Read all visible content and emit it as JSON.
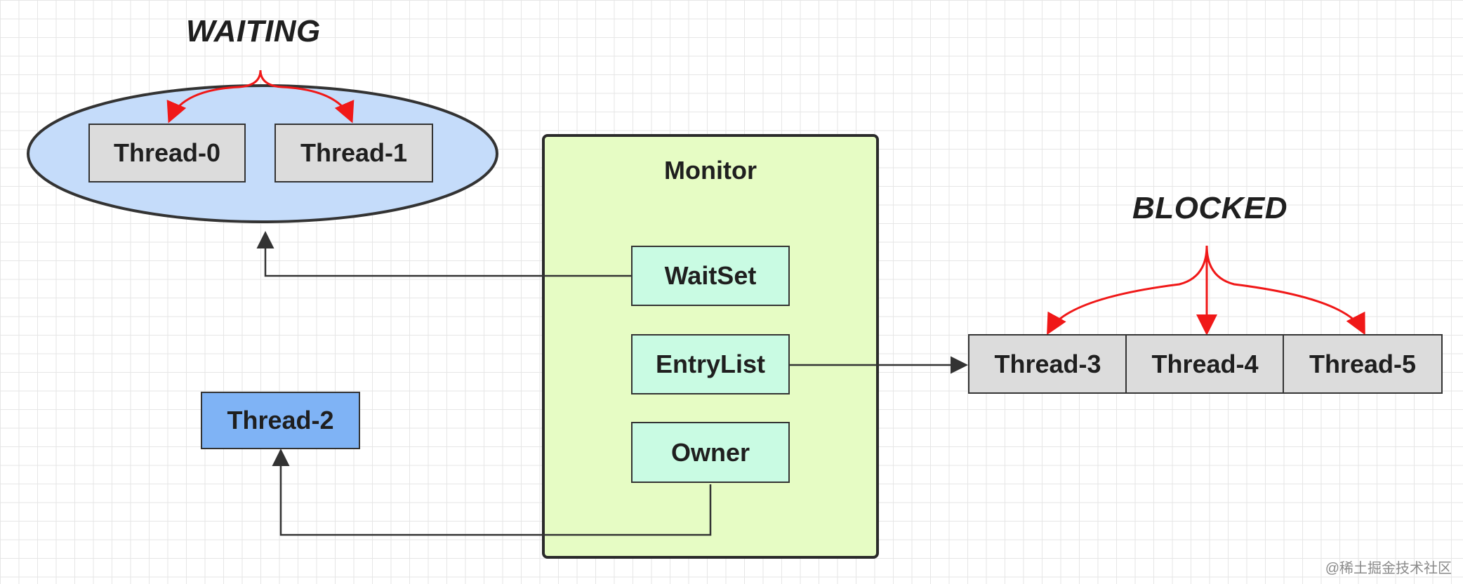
{
  "states": {
    "waiting": "WAITING",
    "blocked": "BLOCKED"
  },
  "monitor": {
    "title": "Monitor",
    "wait_set": "WaitSet",
    "entry_list": "EntryList",
    "owner": "Owner"
  },
  "threads": {
    "t0": "Thread-0",
    "t1": "Thread-1",
    "t2": "Thread-2",
    "t3": "Thread-3",
    "t4": "Thread-4",
    "t5": "Thread-5"
  },
  "watermark": "@稀土掘金技术社区",
  "colors": {
    "grid": "#e6e6e6",
    "waiting_ellipse": "#c5dcfa",
    "monitor_fill": "#e6fcc4",
    "slot_fill": "#c9fbe3",
    "thread_gray": "#dcdcdc",
    "thread_blue": "#7fb3f5",
    "red_arrow": "#f01818",
    "black_arrow": "#333333"
  }
}
